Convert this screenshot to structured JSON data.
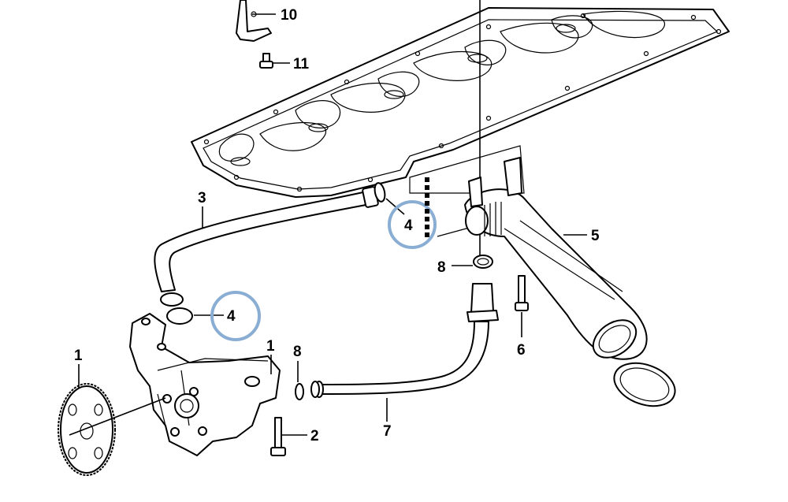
{
  "callouts": {
    "c10": "10",
    "c11": "11",
    "c3": "3",
    "c4_upper": "4",
    "c5": "5",
    "c8_right": "8",
    "c6": "6",
    "c4_lower": "4",
    "c1_gear": "1",
    "c1_pump": "1",
    "c8_left": "8",
    "c2": "2",
    "c7": "7"
  },
  "colors": {
    "line": "#000000",
    "highlight": "#8aaed3",
    "background": "#ffffff"
  }
}
